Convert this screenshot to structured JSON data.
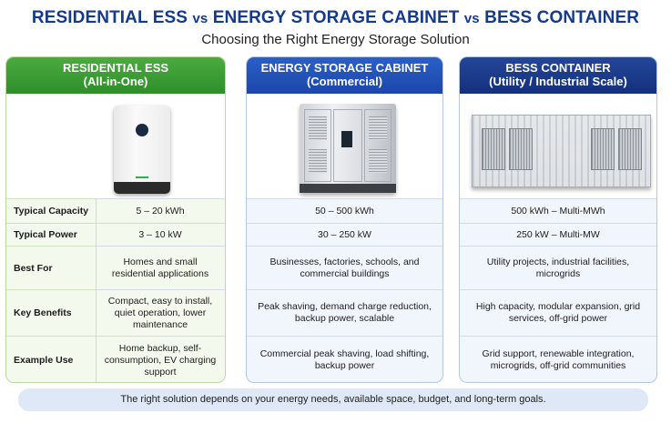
{
  "header": {
    "title_part1": "RESIDENTIAL ESS",
    "vs1": "vs",
    "title_part2": "ENERGY STORAGE CABINET",
    "vs2": "vs",
    "title_part3": "BESS CONTAINER",
    "subtitle": "Choosing the Right Energy Storage Solution"
  },
  "columns": [
    {
      "name": "RESIDENTIAL ESS",
      "sub": "(All-in-One)",
      "accent": "#3a9c34",
      "image": "residential-ess-unit",
      "values": [
        "5 – 20 kWh",
        "3 – 10 kW",
        "Homes and small residential applications",
        "Compact, easy to install, quiet operation, lower maintenance",
        "Home backup, self-consumption, EV charging support"
      ]
    },
    {
      "name": "ENERGY STORAGE CABINET",
      "sub": "(Commercial)",
      "accent": "#2255bd",
      "image": "storage-cabinet-unit",
      "values": [
        "50 – 500 kWh",
        "30 – 250 kW",
        "Businesses, factories, schools, and commercial buildings",
        "Peak shaving, demand charge reduction, backup power, scalable",
        "Commercial peak shaving, load shifting, backup power"
      ]
    },
    {
      "name": "BESS CONTAINER",
      "sub": "(Utility / Industrial Scale)",
      "accent": "#1b3a8a",
      "image": "bess-container-unit",
      "values": [
        "500 kWh – Multi-MWh",
        "250 kW – Multi-MW",
        "Utility projects, industrial facilities, microgrids",
        "High capacity, modular expansion, grid services, off-grid power",
        "Grid support, renewable integration, microgrids, off-grid communities"
      ]
    }
  ],
  "rows": [
    "Typical Capacity",
    "Typical Power",
    "Best For",
    "Key Benefits",
    "Example Use"
  ],
  "footer": "The right solution depends on your energy needs, available space, budget, and long-term goals."
}
